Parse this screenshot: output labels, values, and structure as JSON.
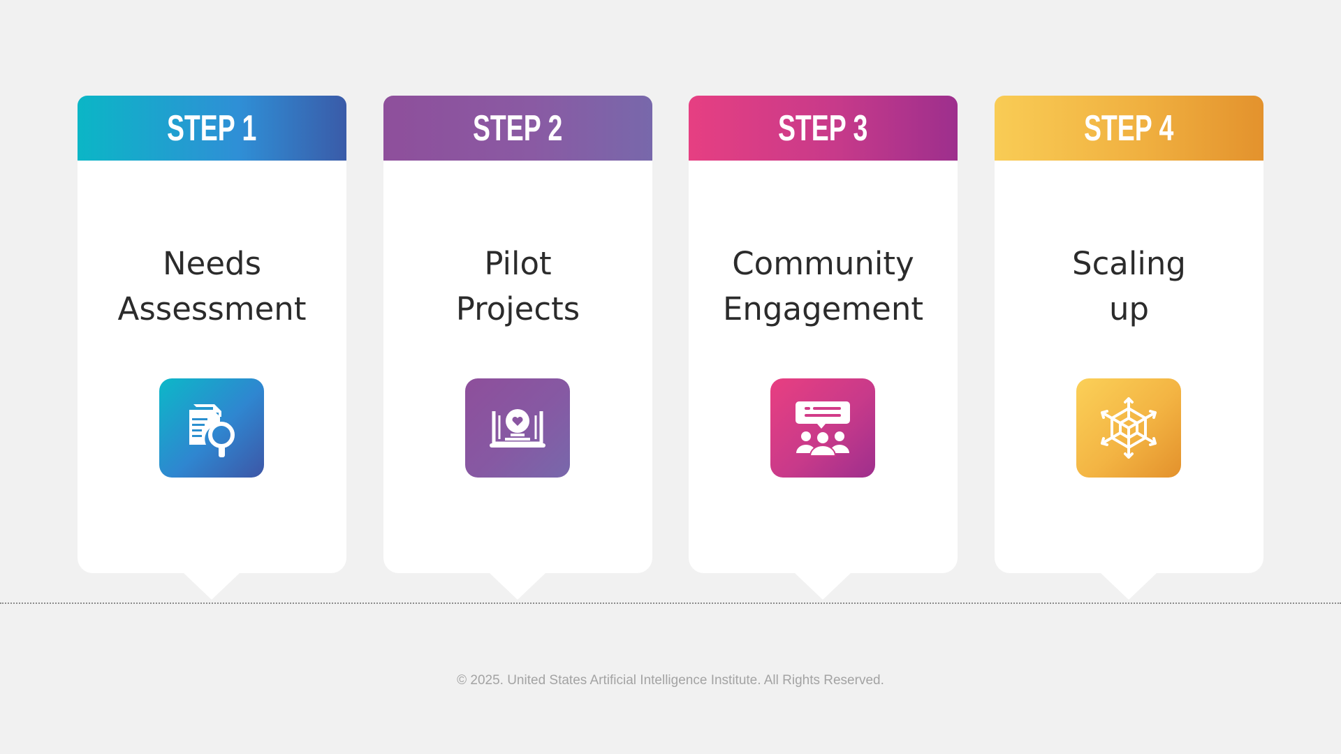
{
  "steps": [
    {
      "label": "STEP 1",
      "title_lines": [
        "Needs",
        "Assessment"
      ],
      "icon": "document-search-icon",
      "color_start": "#0bb6c6",
      "color_end": "#3a5ba8"
    },
    {
      "label": "STEP 2",
      "title_lines": [
        "Pilot",
        "Projects"
      ],
      "icon": "laptop-badge-icon",
      "color_start": "#8e4f9b",
      "color_end": "#7868ab"
    },
    {
      "label": "STEP 3",
      "title_lines": [
        "Community",
        "Engagement"
      ],
      "icon": "group-chat-icon",
      "color_start": "#e63f82",
      "color_end": "#9d2f8d"
    },
    {
      "label": "STEP 4",
      "title_lines": [
        "Scaling",
        "up"
      ],
      "icon": "cube-expand-icon",
      "color_start": "#f9cc55",
      "color_end": "#e3922d"
    }
  ],
  "footer": {
    "copyright": "© 2025. United States Artificial Intelligence Institute. All Rights Reserved."
  },
  "colors": {
    "background": "#f1f1f1",
    "card": "#ffffff",
    "title_text": "#2b2b2b",
    "footer_text": "#a3a3a3"
  }
}
